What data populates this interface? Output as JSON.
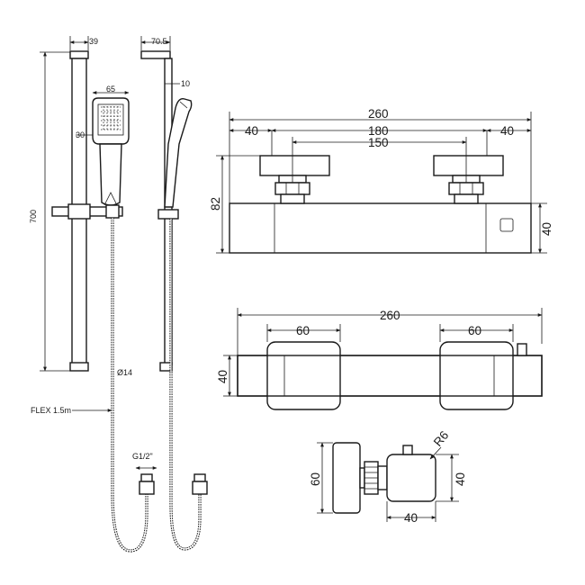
{
  "kit": {
    "rail_width": "39",
    "rail_side_depth": "70.5",
    "head_width": "65",
    "head_depth": "10",
    "head_length": "30",
    "rail_height": "700",
    "hose_diameter": "Ø14",
    "hose_length": "FLEX 1.5m",
    "thread": "G1/2\""
  },
  "valve_front": {
    "overall_width": "260",
    "handle_offset_left": "40",
    "inlet_centres_max": "180",
    "inlet_centres_min": "150",
    "handle_offset_right": "40",
    "overall_height": "82",
    "body_height": "40"
  },
  "valve_top": {
    "overall_width": "260",
    "handle_left_width": "60",
    "handle_right_width": "60",
    "body_depth": "40"
  },
  "valve_side": {
    "handle_height": "60",
    "body_height": "40",
    "body_depth": "40",
    "corner_radius": "R6"
  }
}
